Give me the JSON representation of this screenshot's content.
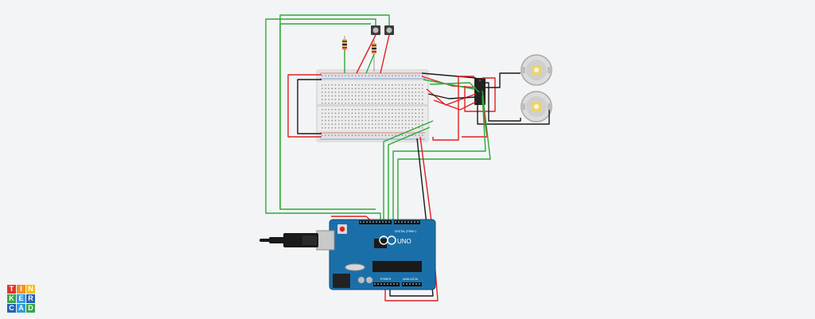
{
  "app": {
    "logo_letters": [
      "T",
      "I",
      "N",
      "K",
      "E",
      "R",
      "C",
      "A",
      "D"
    ],
    "logo_colors": [
      "#e1332f",
      "#f29222",
      "#f6c00f",
      "#3aa548",
      "#2d9ce0",
      "#2462b5",
      "#2462b5",
      "#2d9ce0",
      "#3aa548"
    ]
  },
  "arduino": {
    "brand_label": "UNO",
    "digital_label": "DIGITAL (PWM~)",
    "power_label": "POWER",
    "analog_label": "ANALOG IN",
    "board_color": "#1b6fa8"
  },
  "components": {
    "breadboard": "breadboard",
    "resistors": [
      "resistor-1",
      "resistor-2"
    ],
    "pushbuttons": [
      "pushbutton-1",
      "pushbutton-2"
    ],
    "motor_driver": "motor-driver-ic",
    "motors": [
      "dc-motor-1",
      "dc-motor-2"
    ],
    "usb_cable": "usb-cable"
  },
  "wire_colors": {
    "red": "#e02020",
    "black": "#1a1a1a",
    "green": "#2caa3a"
  }
}
